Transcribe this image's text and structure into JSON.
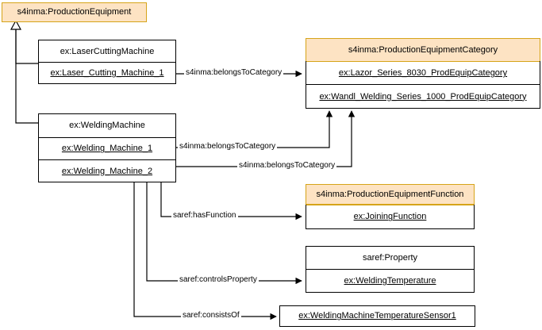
{
  "diagram": {
    "type": "uml-class-instance-diagram",
    "background": "#ffffff",
    "colors": {
      "class_header_fill": "#fde3c3",
      "class_header_border": "#d6a419",
      "box_border": "#000000",
      "edge": "#000000",
      "text": "#000000"
    }
  },
  "boxes": {
    "production_equipment": {
      "header": "s4inma:ProductionEquipment",
      "instances": []
    },
    "laser_cutting_machine": {
      "header": "ex:LaserCuttingMachine",
      "instances": [
        "ex:Laser_Cutting_Machine_1"
      ]
    },
    "welding_machine": {
      "header": "ex:WeldingMachine",
      "instances": [
        "ex:Welding_Machine_1",
        "ex:Welding_Machine_2"
      ]
    },
    "production_equipment_category": {
      "header": "s4inma:ProductionEquipmentCategory",
      "instances": [
        "ex:Lazor_Series_8030_ProdEquipCategory",
        "ex:Wandl_Welding_Series_1000_ProdEquipCategory"
      ]
    },
    "production_equipment_function": {
      "header": "s4inma:ProductionEquipmentFunction",
      "instances": [
        "ex:JoiningFunction"
      ]
    },
    "saref_property": {
      "header": "saref:Property",
      "instances": [
        "ex:WeldingTemperature"
      ]
    },
    "temperature_sensor": {
      "header": "",
      "instances": [
        "ex:WeldingMachineTemperatureSensor1"
      ]
    }
  },
  "edges": {
    "laser_belongs_to_category": "s4inma:belongsToCategory",
    "welding1_belongs_to_category": "s4inma:belongsToCategory",
    "welding2_belongs_to_category": "s4inma:belongsToCategory",
    "has_function": "saref:hasFunction",
    "controls_property": "saref:controlsProperty",
    "consists_of": "saref:consistsOf"
  }
}
